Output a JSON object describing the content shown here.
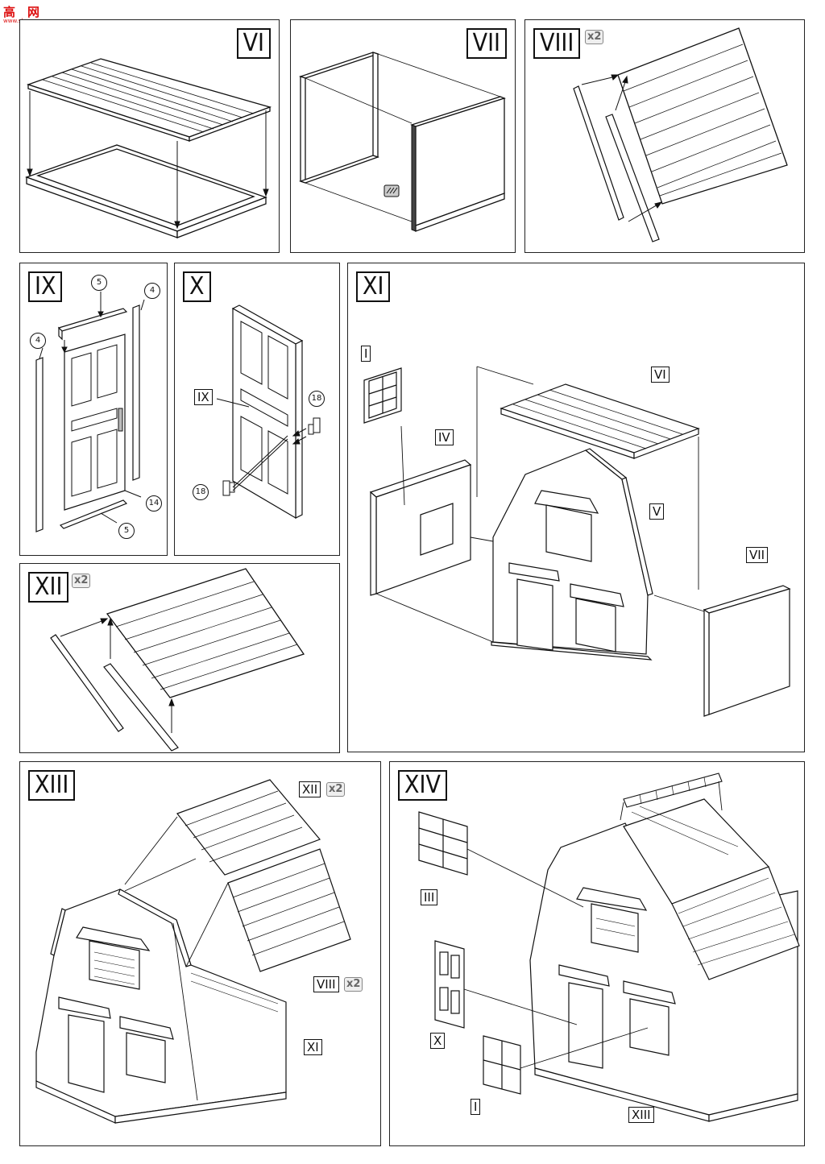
{
  "watermark": {
    "brand": "高",
    "brand2": "网",
    "domain": "www.sheu.com"
  },
  "panels": {
    "vi": {
      "label": "VI"
    },
    "vii": {
      "label": "VII"
    },
    "viii": {
      "label": "VIII",
      "mult": "x2"
    },
    "ix": {
      "label": "IX",
      "parts": [
        "5",
        "4",
        "4",
        "14",
        "5"
      ]
    },
    "x": {
      "label": "X",
      "tags": [
        "IX"
      ],
      "parts": [
        "18",
        "18"
      ]
    },
    "xi": {
      "label": "XI",
      "tags": [
        "I",
        "IV",
        "VI",
        "V",
        "VII"
      ]
    },
    "xii": {
      "label": "XII",
      "mult": "x2"
    },
    "xiii": {
      "label": "XIII",
      "tags": [
        "XII",
        "VIII",
        "XI"
      ],
      "mult": "x2"
    },
    "xiv": {
      "label": "XIV",
      "tags": [
        "III",
        "X",
        "I",
        "XIII"
      ]
    }
  }
}
